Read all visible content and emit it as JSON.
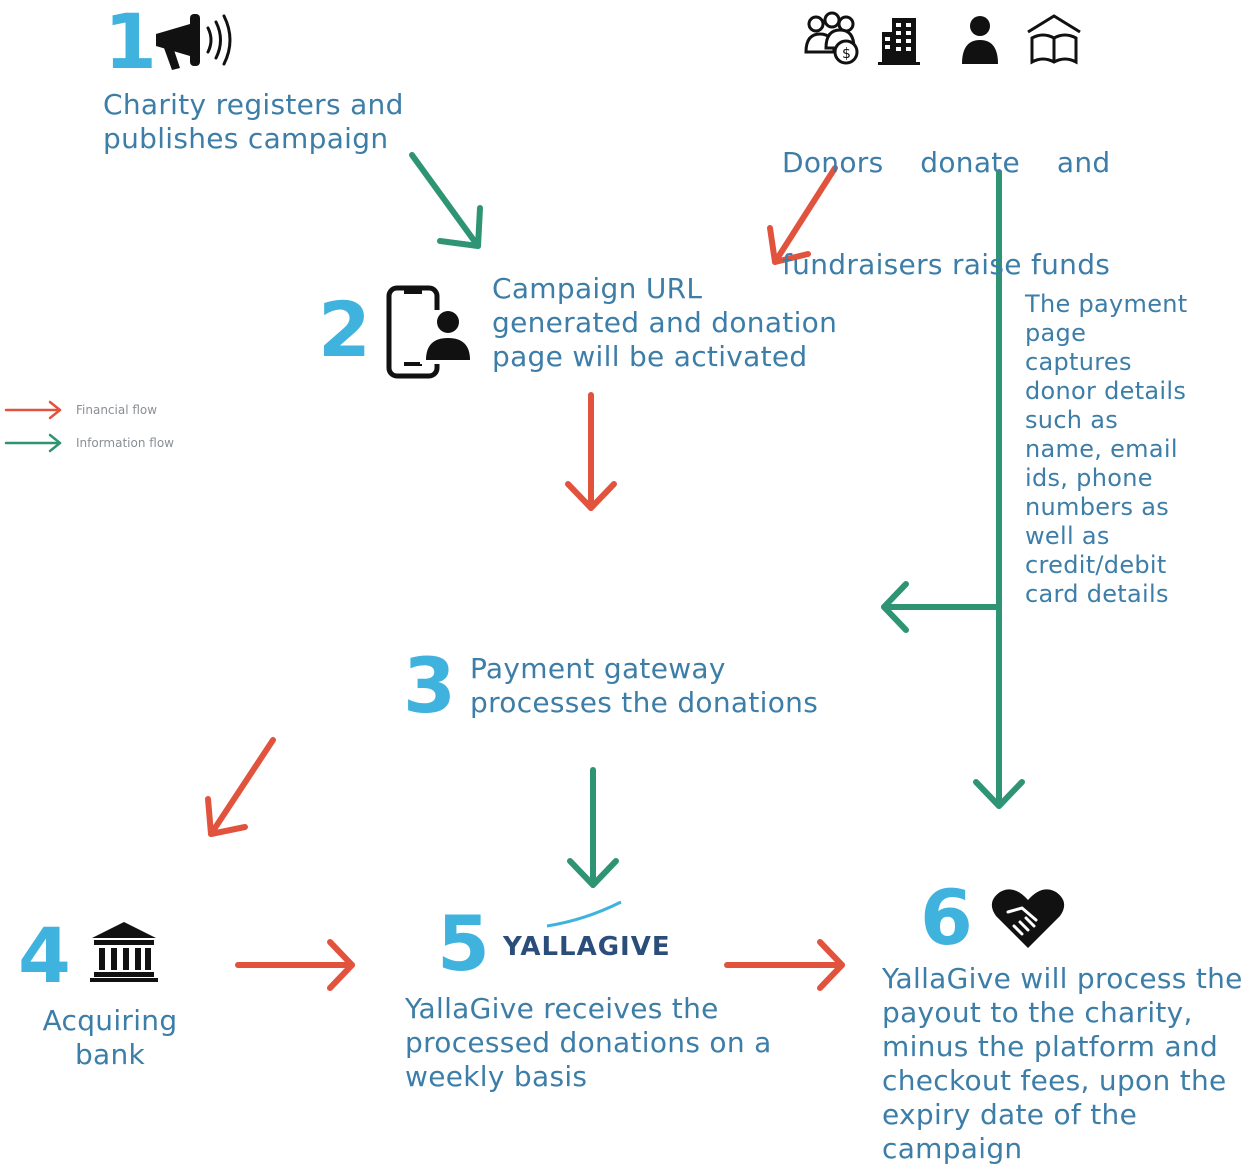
{
  "steps": [
    {
      "number": "1",
      "text_lines": [
        "Charity registers and",
        "publishes campaign"
      ],
      "icon": "megaphone-icon"
    },
    {
      "number": "2",
      "text_lines": [
        "Campaign URL",
        "generated and donation",
        "page will be activated"
      ],
      "icon": "phone-user-icon"
    },
    {
      "number": "3",
      "text_lines": [
        "Payment gateway",
        "processes the donations"
      ]
    },
    {
      "number": "4",
      "text_lines": [
        "Acquiring",
        "bank"
      ],
      "icon": "bank-icon"
    },
    {
      "number": "5",
      "text_lines": [
        "YallaGive receives the",
        "processed donations on a",
        "weekly basis"
      ],
      "logo_text": "YALLAGIVE"
    },
    {
      "number": "6",
      "text_lines": [
        "YallaGive will process the",
        "payout to the charity,",
        "minus the platform and",
        "checkout fees, upon the",
        "expiry date of the",
        "campaign"
      ],
      "icon": "handshake-heart-icon"
    }
  ],
  "donors": {
    "text_lines": [
      "Donors    donate    and",
      "fundraisers raise funds"
    ],
    "icons": [
      "donors-money-icon",
      "building-icon",
      "person-icon",
      "book-house-icon"
    ]
  },
  "payment_note": {
    "text_lines": [
      "The payment",
      "page",
      "captures",
      "donor details",
      "such as",
      "name, email",
      "ids, phone",
      "numbers as",
      "well as",
      "credit/debit",
      "card details"
    ]
  },
  "legend": [
    {
      "label": "Financial flow",
      "color": "#e2533e"
    },
    {
      "label": "Information flow",
      "color": "#2e9474"
    }
  ],
  "colors": {
    "financial": "#e2533e",
    "information": "#2e9474",
    "number": "#3fb3dd",
    "text": "#3d7ea8"
  }
}
